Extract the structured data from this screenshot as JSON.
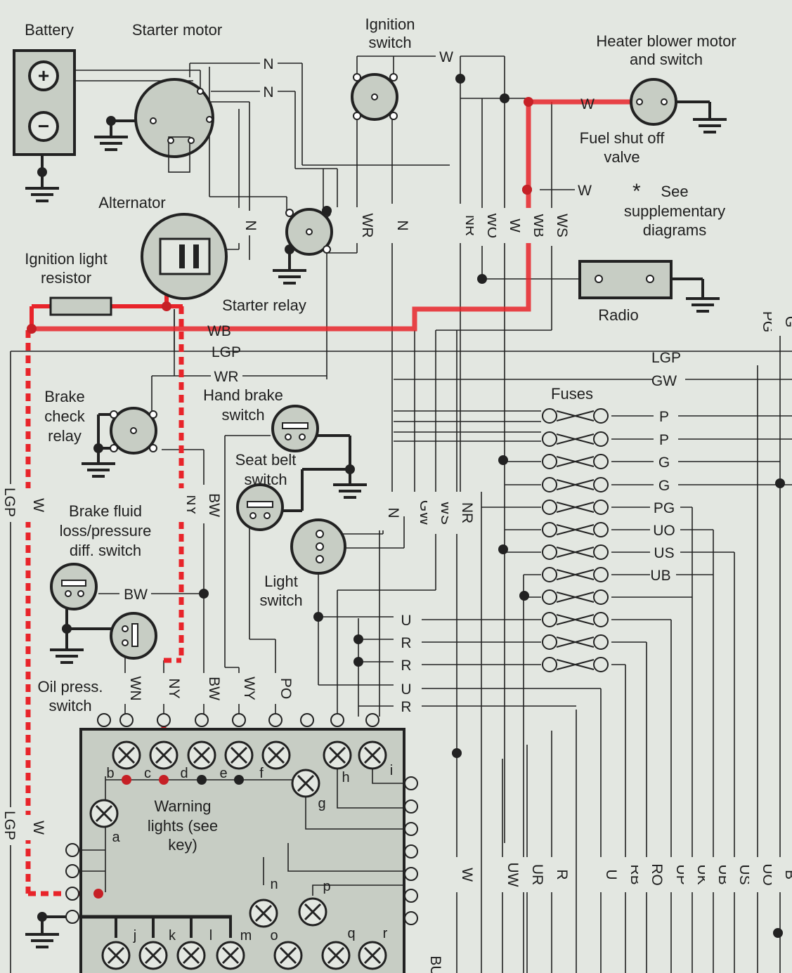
{
  "components": {
    "battery": "Battery",
    "starter_motor": "Starter motor",
    "ignition_switch": [
      "Ignition",
      "switch"
    ],
    "heater_blower": [
      "Heater blower motor",
      "and switch"
    ],
    "fuel_shutoff": [
      "Fuel shut off",
      "valve"
    ],
    "alternator": "Alternator",
    "ignition_light_resistor": [
      "Ignition light",
      "resistor"
    ],
    "starter_relay": "Starter relay",
    "radio": "Radio",
    "brake_check_relay": [
      "Brake",
      "check",
      "relay"
    ],
    "hand_brake_switch": [
      "Hand brake",
      "switch"
    ],
    "seat_belt_switch": [
      "Seat belt",
      "switch"
    ],
    "brake_fluid_switch": [
      "Brake fluid",
      "loss/pressure",
      "diff. switch"
    ],
    "light_switch": [
      "Light",
      "switch"
    ],
    "oil_press_switch": [
      "Oil press.",
      "switch"
    ],
    "fuses": "Fuses",
    "warning_lights": [
      "Warning",
      "lights (see",
      "key)"
    ]
  },
  "supplementary_note": {
    "star": "*",
    "lines": [
      "See",
      "supplementary",
      "diagrams"
    ]
  },
  "wire_labels": {
    "starter_n1": "N",
    "starter_n2": "N",
    "ignition_w": "W",
    "heater_w": "W",
    "supp_w": "W",
    "main_wb": "WB",
    "main_lgp": "LGP",
    "main_wr": "WR",
    "main_gw": "GW",
    "right_lgp": "LGP",
    "brake_bw": "BW",
    "vertical_top": [
      "N",
      "WR",
      "N",
      "NR",
      "WO",
      "W",
      "WB",
      "WS"
    ],
    "right_edge": [
      "PG",
      "G"
    ],
    "fuse_outputs": [
      "P",
      "P",
      "G",
      "G",
      "PG",
      "UO",
      "US",
      "UB"
    ],
    "light_outputs": [
      "U",
      "R",
      "R",
      "U",
      "R"
    ],
    "mid_vertical": [
      "N",
      "GW",
      "WS",
      "NR"
    ],
    "left_vertical": [
      "W",
      "NY",
      "BW"
    ],
    "lamp_inputs": [
      "WN",
      "NY",
      "BW",
      "WY",
      "PO"
    ],
    "left_edge": [
      "LGP",
      "LGP"
    ],
    "left_w_lower": "W",
    "bottom_vertical": [
      "W",
      "UW",
      "UR",
      "R",
      "U",
      "RB",
      "RO",
      "UP",
      "UK",
      "UB",
      "US",
      "UO",
      "B"
    ],
    "bottom_cut": "BU"
  },
  "lamp_letters": [
    "a",
    "b",
    "c",
    "d",
    "e",
    "f",
    "g",
    "h",
    "i",
    "j",
    "k",
    "l",
    "m",
    "n",
    "o",
    "p",
    "q",
    "r"
  ],
  "battery_symbols": {
    "positive": "+",
    "negative": "−"
  },
  "colors": {
    "background": "#e3e7e1",
    "highlight": "#e8242a",
    "ink": "#1e1e1e",
    "component_fill": "#c7cdc4"
  }
}
